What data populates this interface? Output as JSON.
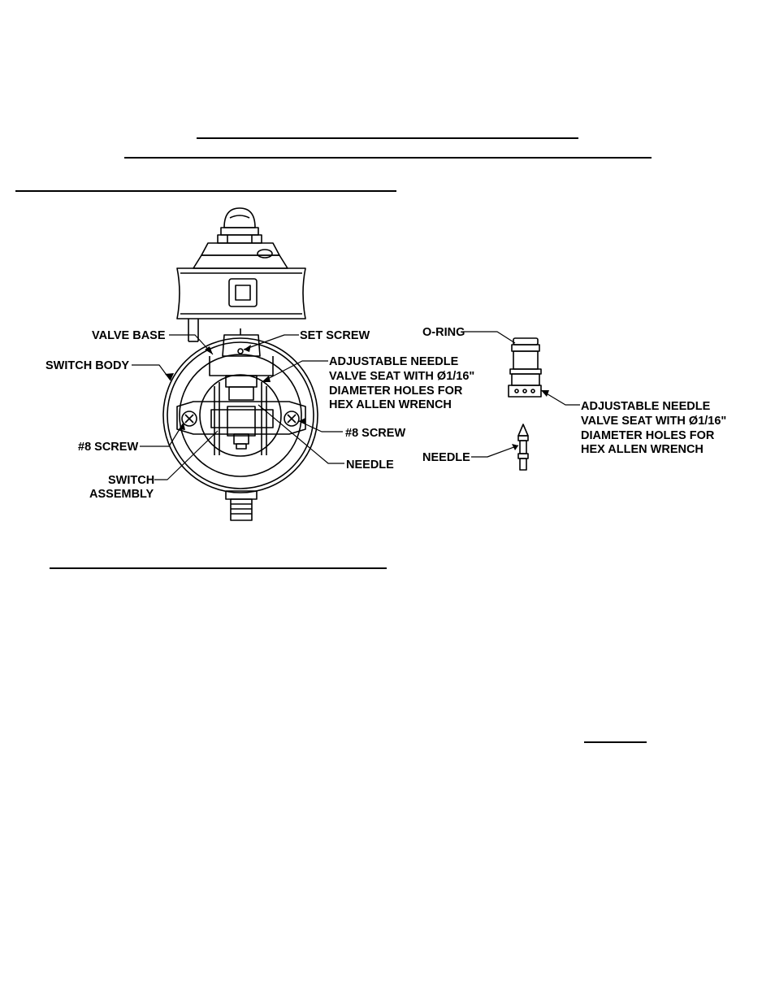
{
  "labels": {
    "valve_base": "VALVE BASE",
    "set_screw": "SET SCREW",
    "switch_body": "SWITCH BODY",
    "adj_needle_1": "ADJUSTABLE NEEDLE",
    "adj_needle_2": "VALVE SEAT WITH Ø1/16\"",
    "adj_needle_3": "DIAMETER HOLES FOR",
    "adj_needle_4": "HEX ALLEN WRENCH",
    "screw_left": "#8 SCREW",
    "screw_right": "#8 SCREW",
    "switch_assembly_1": "SWITCH",
    "switch_assembly_2": "ASSEMBLY",
    "needle_main": "NEEDLE",
    "o_ring": "O-RING",
    "detail_adj_1": "ADJUSTABLE NEEDLE",
    "detail_adj_2": "VALVE SEAT WITH Ø1/16\"",
    "detail_adj_3": "DIAMETER HOLES FOR",
    "detail_adj_4": "HEX ALLEN WRENCH",
    "needle_detail": "NEEDLE"
  }
}
